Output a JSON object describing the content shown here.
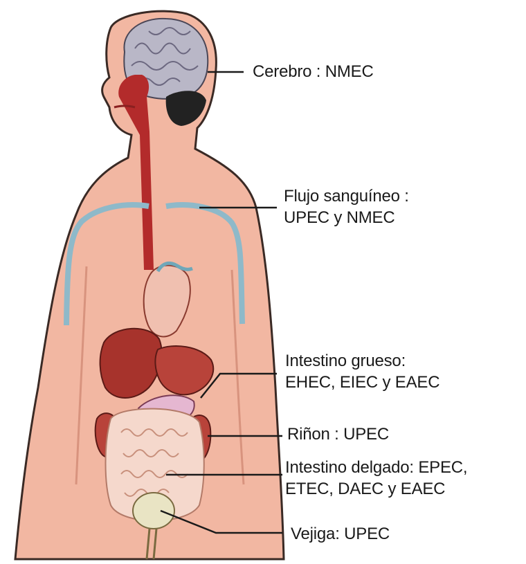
{
  "labels": {
    "cerebro": "Cerebro : NMEC",
    "flujo_line1": "Flujo sanguíneo :",
    "flujo_line2": "UPEC y NMEC",
    "grueso_line1": "Intestino grueso:",
    "grueso_line2": "EHEC, EIEC y EAEC",
    "rinon": "Riñon : UPEC",
    "delgado_line1": "Intestino delgado: EPEC,",
    "delgado_line2": "ETEC, DAEC y EAEC",
    "vejiga": "Vejiga: UPEC"
  },
  "colors": {
    "skin": "#f2b7a2",
    "skin_dark": "#e39c87",
    "outline": "#3a2a25",
    "artery": "#b32b2b",
    "brain": "#b9b7c7",
    "vessel": "#8eb9c9",
    "heart": "#f0c0b0",
    "liver": "#a7332c",
    "intestine": "#f5d8cc",
    "bladder": "#e9e4c4"
  }
}
